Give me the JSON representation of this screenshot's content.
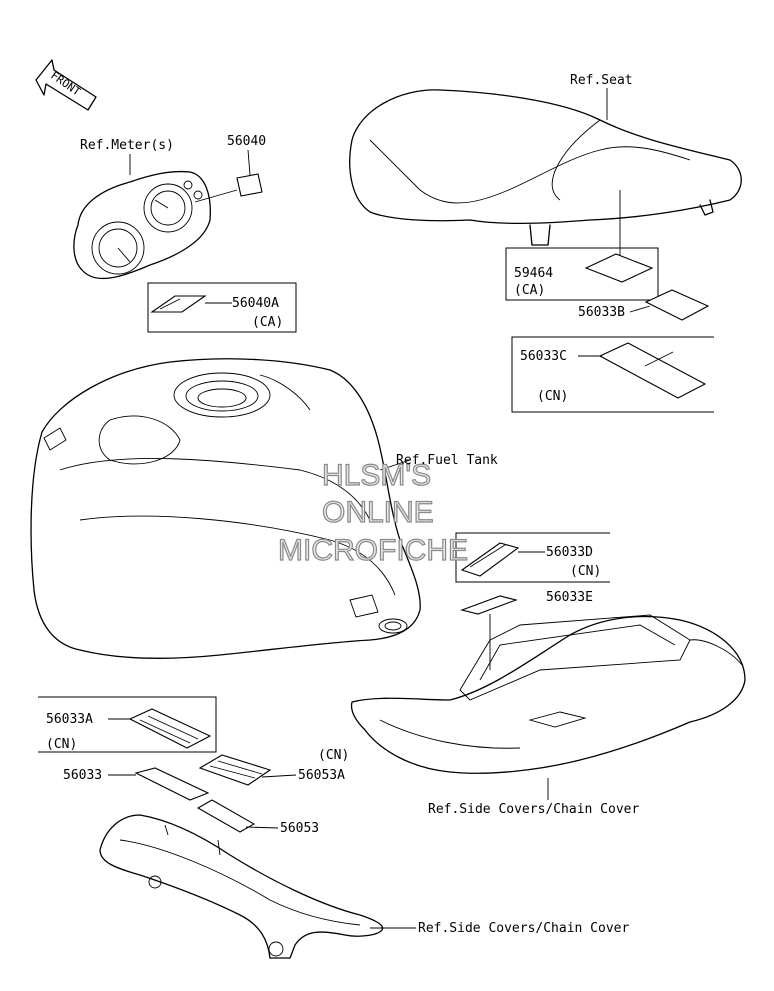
{
  "front_arrow": {
    "text": "FRONT"
  },
  "labels": {
    "ref_seat": "Ref.Seat",
    "ref_meter": "Ref.Meter(s)",
    "p56040": "56040",
    "p56040a": "56040A",
    "ca_1": "(CA)",
    "p59464": "59464",
    "ca_2": "(CA)",
    "p56033b": "56033B",
    "p56033c": "56033C",
    "cn_1": "(CN)",
    "ref_fuel_tank": "Ref.Fuel Tank",
    "p56033d": "56033D",
    "cn_2": "(CN)",
    "p56033e": "56033E",
    "p56033a": "56033A",
    "cn_3": "(CN)",
    "cn_4": "(CN)",
    "p56033": "56033",
    "p56053a": "56053A",
    "p56053": "56053",
    "ref_side_covers_1": "Ref.Side Covers/Chain Cover",
    "ref_side_covers_2": "Ref.Side Covers/Chain Cover"
  },
  "watermark": {
    "line1": "HLSM'S",
    "line2": "ONLINE",
    "line3": "MICROFICHE"
  }
}
